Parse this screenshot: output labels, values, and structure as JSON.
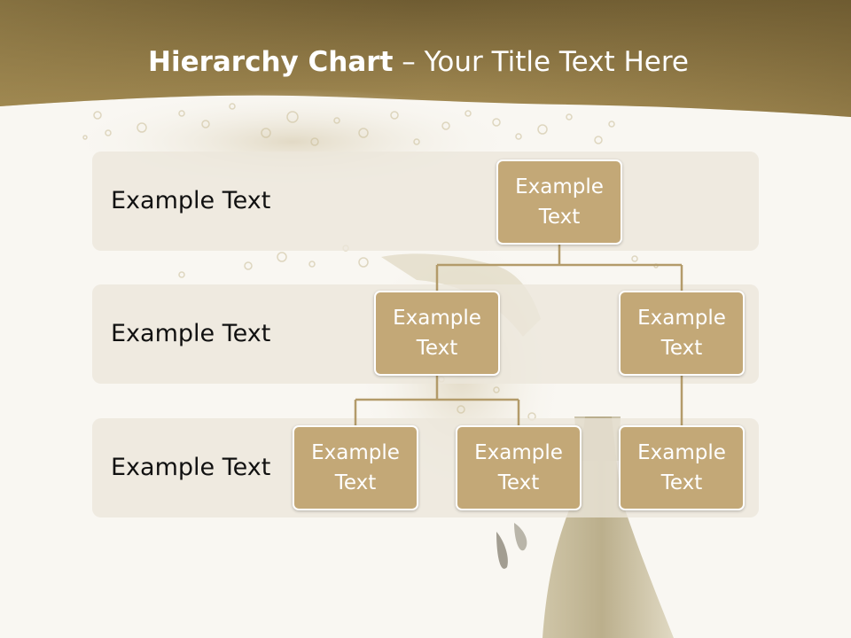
{
  "slide": {
    "title_bold": "Hierarchy Chart",
    "title_rest": " – Your Title Text Here"
  },
  "bands": [
    {
      "label": "Example Text"
    },
    {
      "label": "Example Text"
    },
    {
      "label": "Example Text"
    }
  ],
  "nodes": {
    "root": "Example Text",
    "level2_left": "Example Text",
    "level2_right": "Example Text",
    "level3_left": "Example Text",
    "level3_middle": "Example Text",
    "level3_right": "Example Text"
  },
  "colors": {
    "header": "#8a7440",
    "node_fill": "#c3a877",
    "node_border": "#ffffff",
    "connector": "#b39b6a",
    "band": "#ece7db",
    "background": "#f9f7f2"
  }
}
